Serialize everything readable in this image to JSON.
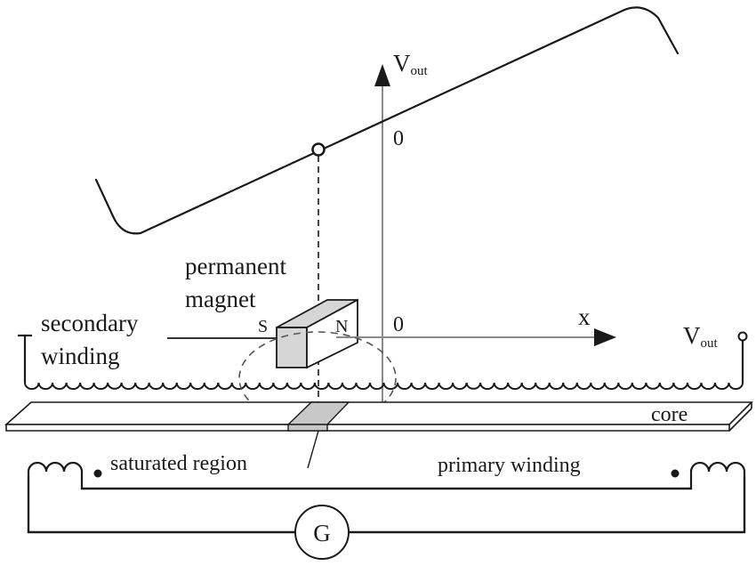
{
  "diagram": {
    "title": "Fluxgate position sensor with permanent magnet",
    "graph": {
      "y_axis_label": "V",
      "y_axis_label_sub": "out",
      "origin_label": "0",
      "curve_description": "linear V_out vs x with saturation bends at both ends",
      "marker": "operating point"
    },
    "x_axis": {
      "label": "x",
      "origin_label": "0"
    },
    "labels": {
      "permanent_magnet_line1": "permanent",
      "permanent_magnet_line2": "magnet",
      "magnet_south": "S",
      "magnet_north": "N",
      "secondary_winding_line1": "secondary",
      "secondary_winding_line2": "winding",
      "vout": "V",
      "vout_sub": "out",
      "core": "core",
      "saturated_region": "saturated region",
      "primary_winding": "primary winding",
      "generator": "G"
    },
    "colors": {
      "line": "#1a1a1a",
      "axis": "#8a8a8a",
      "magnet_fill": "#d6d6d6",
      "saturated_fill": "#c8c8c8"
    }
  }
}
